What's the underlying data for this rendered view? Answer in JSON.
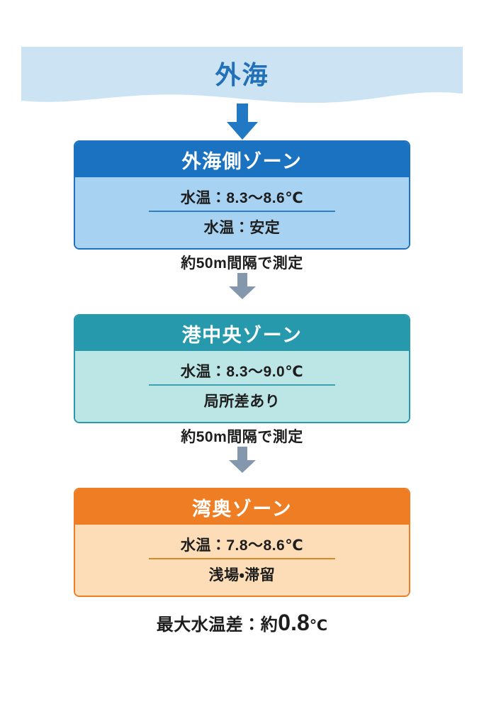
{
  "banner": {
    "title": "外海",
    "background_color": "#cce3f4",
    "title_color": "#2170b8"
  },
  "top_arrow": {
    "icon": "arrow-down-icon",
    "color": "#2079c2"
  },
  "zones": [
    {
      "id": "offshore",
      "title": "外海側ゾーン",
      "temperature": "水温：8.3〜8.6℃",
      "note": "水温：安定",
      "header_color": "#1b72c0",
      "body_color": "#a8d2f2"
    },
    {
      "id": "port-center",
      "title": "港中央ゾーン",
      "temperature": "水温：8.3〜9.0℃",
      "note": "局所差あり",
      "header_color": "#2699ad",
      "body_color": "#bce5e6"
    },
    {
      "id": "bay-head",
      "title": "湾奥ゾーン",
      "temperature": "水温：7.8〜8.6℃",
      "note": "浅場・滞留",
      "header_color": "#ef7d23",
      "body_color": "#fddcb8"
    }
  ],
  "connectors": [
    {
      "label": "約50m間隔で測定",
      "icon": "arrow-down-icon",
      "color": "#8398ac"
    },
    {
      "label": "約50m間隔で測定",
      "icon": "arrow-down-icon",
      "color": "#8398ac"
    }
  ],
  "footer": {
    "label": "最大水温差：約",
    "value": "0.8",
    "unit": "℃"
  }
}
